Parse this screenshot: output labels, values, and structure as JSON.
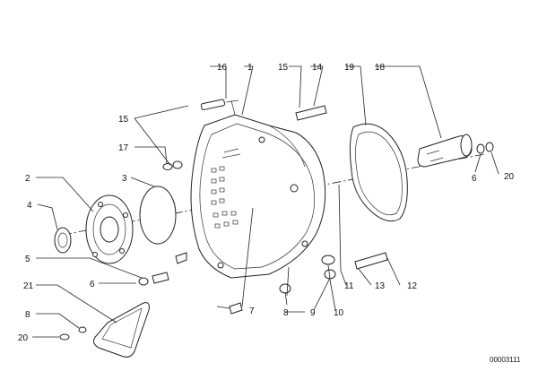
{
  "reference_number": "00003111",
  "callouts": {
    "c1": "1",
    "c2": "2",
    "c3": "3",
    "c4": "4",
    "c5": "5",
    "c6": "6",
    "c7": "7",
    "c8": "8",
    "c9": "9",
    "c10": "10",
    "c11": "11",
    "c12": "12",
    "c13": "13",
    "c14": "14",
    "c15": "15",
    "c16": "16",
    "c17": "17",
    "c18": "18",
    "c19": "19",
    "c20": "20",
    "c21": "21",
    "c6b": "6",
    "c8b": "8",
    "c15b": "15",
    "c20b": "20"
  }
}
